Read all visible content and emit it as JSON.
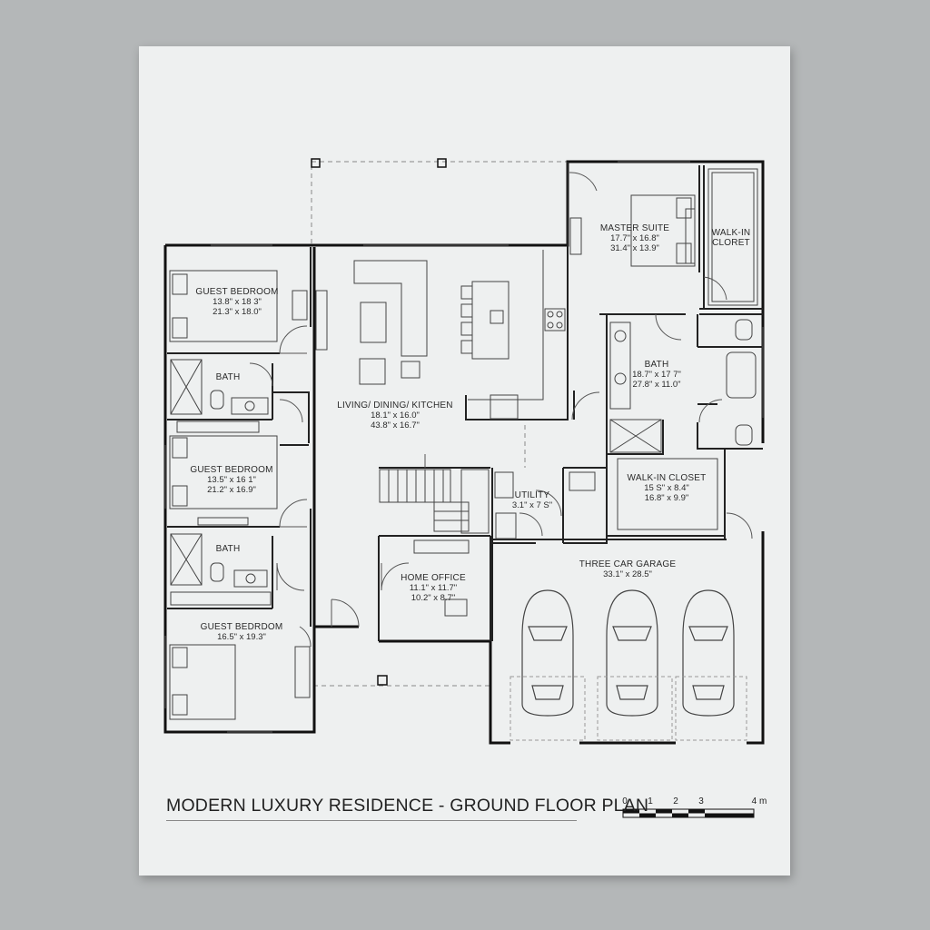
{
  "title": "MODERN LUXURY RESIDENCE - GROUND FLOOR PLAN",
  "scale_bar": {
    "ticks": [
      "0",
      "1",
      "2",
      "3",
      "4 m"
    ]
  },
  "rooms": [
    {
      "id": "guest-bedroom-1",
      "name": "GUEST BEDROOM",
      "dims": [
        "13.8\" x 18 3\"",
        "21.3\" x 18.0\""
      ]
    },
    {
      "id": "bath-1",
      "name": "BATH",
      "dims": []
    },
    {
      "id": "guest-bedroom-2",
      "name": "GUEST BEDROOM",
      "dims": [
        "13.5\" x 16 1\"",
        "21.2\" x 16.9\""
      ]
    },
    {
      "id": "bath-2",
      "name": "BATH",
      "dims": []
    },
    {
      "id": "guest-bedroom-3",
      "name": "GUEST BEDRDOM",
      "dims": [
        "16.5\" x 19.3\""
      ]
    },
    {
      "id": "living",
      "name": "LIVING/ DINING/ KITCHEN",
      "dims": [
        "18.1\" x 16.0\"",
        "43.8\" x 16.7\""
      ]
    },
    {
      "id": "master-suite",
      "name": "MASTER SUITE",
      "dims": [
        "17.7\" x 16.8\"",
        "31.4\" x 13.9\""
      ]
    },
    {
      "id": "walk-in-closet-top",
      "name": "WALK-IN CLORET",
      "dims": []
    },
    {
      "id": "master-bath",
      "name": "BATH",
      "dims": [
        "18.7\" x 17 7\"",
        "27.8\" x 11.0\""
      ]
    },
    {
      "id": "walk-in-closet",
      "name": "WALK-IN CLOSET",
      "dims": [
        "15 S\" x 8.4\"",
        "16.8\" x 9.9\""
      ]
    },
    {
      "id": "utility",
      "name": "UTILITY",
      "dims": [
        "3.1\" x 7 S\""
      ]
    },
    {
      "id": "home-office",
      "name": "HOME OFFICE",
      "dims": [
        "11.1\" x 11.7\"",
        "10.2\" x 8.7\""
      ]
    },
    {
      "id": "garage",
      "name": "THREE CAR GARAGE",
      "dims": [
        "33.1\" x 28.5\""
      ]
    }
  ]
}
